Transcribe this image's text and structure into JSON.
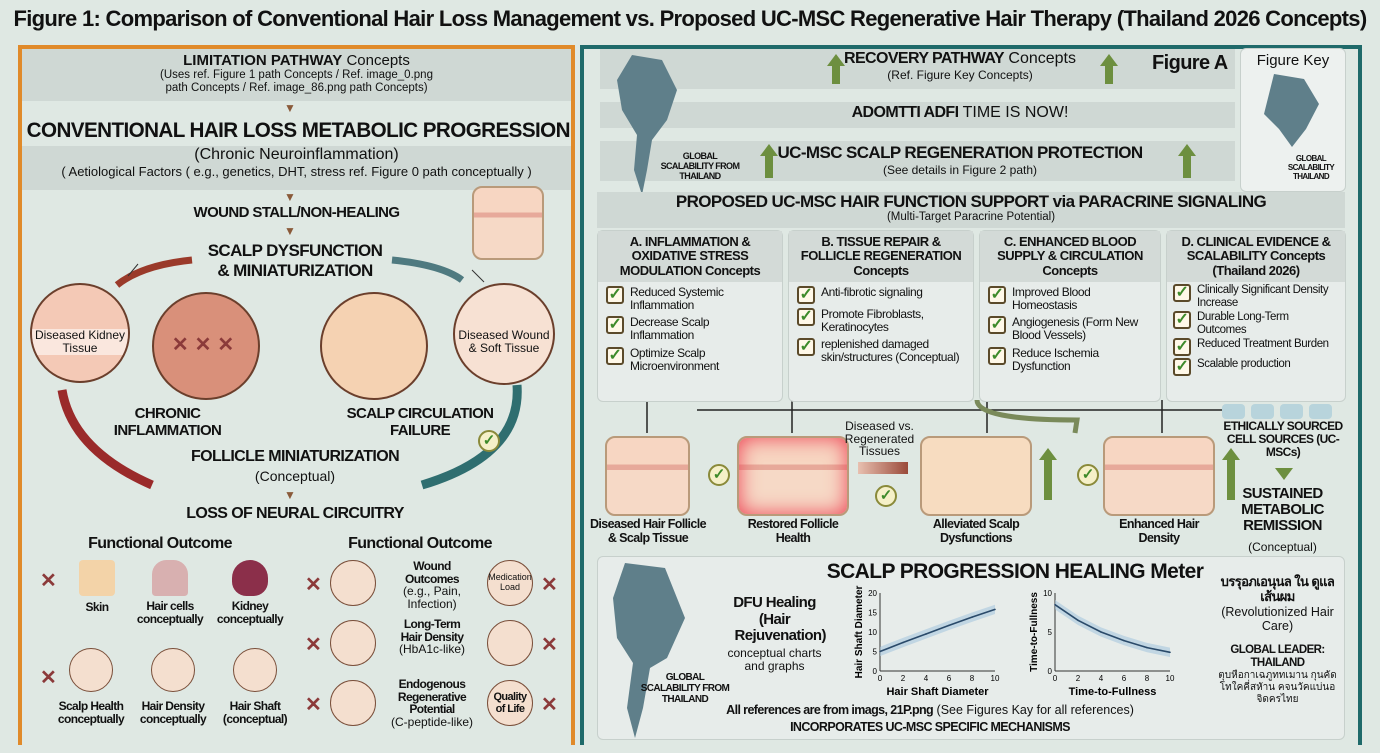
{
  "title": "Figure 1: Comparison of Conventional Hair Loss Management vs. Proposed UC-MSC Regenerative Hair Therapy (Thailand 2026 Concepts)",
  "left": {
    "limitation_bold": "LIMITATION PATHWAY",
    "limitation_rest": " Concepts",
    "limitation_sub1": "(Uses ref. Figure 1 path Concepts / Ref. image_0.png",
    "limitation_sub2": "path Concepts / Ref. image_86.png path Concepts)",
    "progression": "CONVENTIONAL HAIR LOSS METABOLIC PROGRESSION",
    "neuro": "(Chronic Neuroinflammation)",
    "aetiology": "( Aetiological Factors ( e.g., genetics, DHT, stress ref. Figure 0 path conceptually )",
    "wound_stall": "WOUND STALL/NON-HEALING",
    "scalp_dys1": "SCALP DYSFUNCTION",
    "scalp_dys2": "& MINIATURIZATION",
    "kidney_tissue": "Diseased Kidney Tissue",
    "wound_tissue": "Diseased Wound & Soft Tissue",
    "chronic1": "CHRONIC",
    "chronic2": "INFLAMMATION",
    "circ1": "SCALP CIRCULATION",
    "circ2": "FAILURE",
    "follicle": "FOLLICLE MINIATURIZATION",
    "follicle_sub": "(Conceptual)",
    "neural": "LOSS OF NEURAL CIRCUITRY",
    "fo_left": "Functional Outcome",
    "fo_right": "Functional Outcome",
    "outcomes_left": [
      {
        "label": "Skin",
        "sub": ""
      },
      {
        "label": "Hair cells",
        "sub": "conceptually"
      },
      {
        "label": "Kidney",
        "sub": "conceptually"
      },
      {
        "label": "Scalp Health",
        "sub": "conceptually"
      },
      {
        "label": "Hair Density",
        "sub": "conceptually"
      },
      {
        "label": "Hair Shaft",
        "sub": "(conceptual)"
      }
    ],
    "outcomes_right": [
      {
        "t1": "Wound",
        "t2": "Outcomes",
        "t3": "(e.g., Pain, Infection)",
        "side": "Medication Load"
      },
      {
        "t1": "Long-Term",
        "t2": "Hair Density",
        "t3": "(HbA1c-like)",
        "side": ""
      },
      {
        "t1": "Endogenous",
        "t2": "Regenerative Potential",
        "t3": "(C-peptide-like)",
        "side": "Quality of Life"
      }
    ]
  },
  "right": {
    "recovery_bold": "RECOVERY PATHWAY",
    "recovery_rest": " Concepts",
    "recovery_sub": "(Ref. Figure Key Concepts)",
    "figure_a": "Figure A",
    "figure_key": "Figure Key",
    "key_map_label": "GLOBAL SCALABILITY THAILAND",
    "adopt_bold": "ADOMTTI ADFI",
    "adopt_rest": " TIME IS NOW!",
    "map_label_top": "GLOBAL SCALABILITY FROM THAILAND",
    "protection": "UC-MSC SCALP REGENERATION PROTECTION",
    "protection_sub": "(See details in Figure 2 path)",
    "proposed": "PROPOSED UC-MSC HAIR FUNCTION SUPPORT via PARACRINE SIGNALING",
    "proposed_sub": "(Multi-Target Paracrine Potential)",
    "cards": [
      {
        "title": "A. INFLAMMATION & OXIDATIVE STRESS MODULATION Concepts",
        "items": [
          "Reduced Systemic Inflammation",
          "Decrease Scalp Inflammation",
          "Optimize Scalp Microenvironment"
        ]
      },
      {
        "title": "B. TISSUE REPAIR & FOLLICLE REGENERATION Concepts",
        "items": [
          "Anti-fibrotic signaling",
          "Promote Fibroblasts, Keratinocytes",
          "replenished damaged skin/structures (Conceptual)"
        ]
      },
      {
        "title": "C. ENHANCED BLOOD SUPPLY & CIRCULATION Concepts",
        "items": [
          "Improved Blood Homeostasis",
          "Angiogenesis (Form New Blood Vessels)",
          "Reduce Ischemia Dysfunction"
        ]
      },
      {
        "title": "D. CLINICAL EVIDENCE & SCALABILITY Concepts (Thailand 2026)",
        "items": [
          "Clinically Significant Density Increase",
          "Durable Long-Term Outcomes",
          "Reduced Treatment Burden",
          "Scalable production"
        ]
      }
    ],
    "tiles": [
      "Diseased Hair Follicle & Scalp Tissue",
      "Restored Follicle Health",
      "Alleviated Scalp Dysfunctions",
      "Enhanced Hair Density"
    ],
    "diseased_vs": "Diseased vs. Regenerated Tissues",
    "ethical": "ETHICALLY SOURCED CELL SOURCES (UC-MSCs)",
    "sustained": "SUSTAINED METABOLIC REMISSION",
    "sustained_sub": "(Conceptual)",
    "meter_title": "SCALP PROGRESSION HEALING Meter",
    "dfu1": "DFU Healing",
    "dfu2": "(Hair Rejuvenation)",
    "dfu3": "conceptual charts and graphs",
    "map_label_bottom": "GLOBAL SCALABILITY FROM THAILAND",
    "refs_bold": "All references are from imags, 21P.png",
    "refs_rest": " (See Figures Kay for all references)",
    "incorporates": "INCORPORATES UC-MSC SPECIFIC MECHANISMS",
    "thai1": "บรรุอภเอนุนล ใน ดูแลเส้นผม",
    "revolution": "(Revolutionized Hair Care)",
    "leader": "GLOBAL LEADER: THAILAND",
    "thai2": "ตุบหือกาเฉภูททเมาน กุนคัดโทใคคี่สหัาน คจนวัคแบ่นอจิดครไทย"
  },
  "colors": {
    "left_border": "#e08a2a",
    "right_border": "#1f6a6a",
    "x_mark": "#8b3a3a",
    "check": "#3d8a2a",
    "up_arrow": "#6d8f3f"
  },
  "chart_data": [
    {
      "type": "line",
      "xlabel": "Hair Shaft Diameter",
      "ylabel": "Hair Shaft Diameter",
      "xlim": [
        0,
        10
      ],
      "ylim": [
        0,
        20
      ],
      "xticks": [
        0,
        2,
        4,
        6,
        8,
        10
      ],
      "yticks": [
        0,
        5,
        10,
        15,
        20
      ],
      "x": [
        0,
        2,
        4,
        6,
        8,
        10
      ],
      "y": [
        5,
        7.3,
        9.5,
        11.7,
        13.8,
        15.8
      ]
    },
    {
      "type": "line",
      "xlabel": "Time-to-Fullness",
      "ylabel": "Time-to-Fullness",
      "xlim": [
        0,
        10
      ],
      "ylim": [
        0,
        10
      ],
      "xticks": [
        0,
        2,
        4,
        6,
        8,
        10
      ],
      "yticks": [
        0,
        5,
        10
      ],
      "x": [
        0,
        2,
        4,
        6,
        8,
        10
      ],
      "y": [
        8.5,
        6.5,
        5.0,
        3.9,
        3.0,
        2.4
      ]
    }
  ]
}
